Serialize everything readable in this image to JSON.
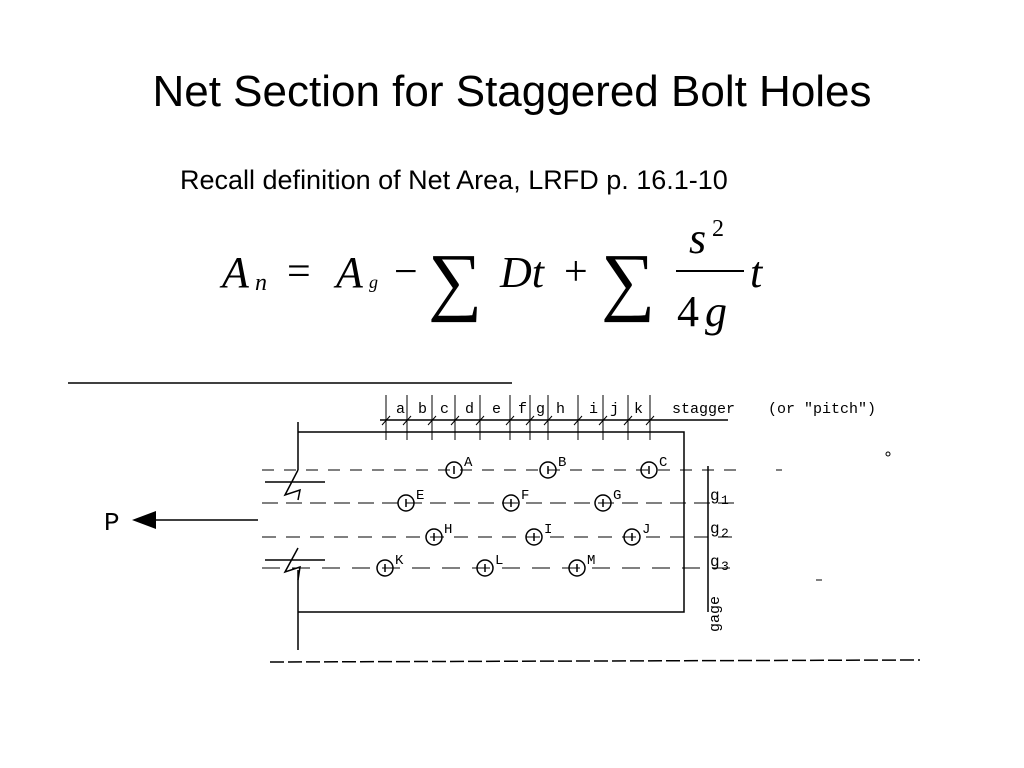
{
  "slide": {
    "title": "Net Section for Staggered Bolt Holes",
    "subtitle": "Recall definition of Net Area, LRFD p. 16.1-10"
  },
  "formula": {
    "lhs_symbol": "A",
    "lhs_subscript": "n",
    "equals": "=",
    "gross_symbol": "A",
    "gross_subscript": "g",
    "minus": "−",
    "sum_symbol": "∑",
    "dt_term": "Dt",
    "plus": "+",
    "numerator_symbol": "s",
    "numerator_exponent": "2",
    "denominator_coeff": "4",
    "denominator_symbol": "g",
    "trailing_t": "t"
  },
  "diagram": {
    "stagger_letters": [
      "a",
      "b",
      "c",
      "d",
      "e",
      "f",
      "g",
      "h",
      "i",
      "j",
      "k"
    ],
    "stagger_label": "stagger",
    "pitch_label": "(or \"pitch\")",
    "load_label": "P",
    "gage_label": "gage",
    "gage_lines": [
      {
        "main": "g",
        "sub": "1"
      },
      {
        "main": "g",
        "sub": "2"
      },
      {
        "main": "g",
        "sub": "3"
      }
    ],
    "holes": [
      {
        "label": "A",
        "row": 0
      },
      {
        "label": "B",
        "row": 0
      },
      {
        "label": "C",
        "row": 0
      },
      {
        "label": "E",
        "row": 1
      },
      {
        "label": "F",
        "row": 1
      },
      {
        "label": "G",
        "row": 1
      },
      {
        "label": "H",
        "row": 2
      },
      {
        "label": "I",
        "row": 2
      },
      {
        "label": "J",
        "row": 2
      },
      {
        "label": "K",
        "row": 3
      },
      {
        "label": "L",
        "row": 3
      },
      {
        "label": "M",
        "row": 3
      }
    ]
  }
}
